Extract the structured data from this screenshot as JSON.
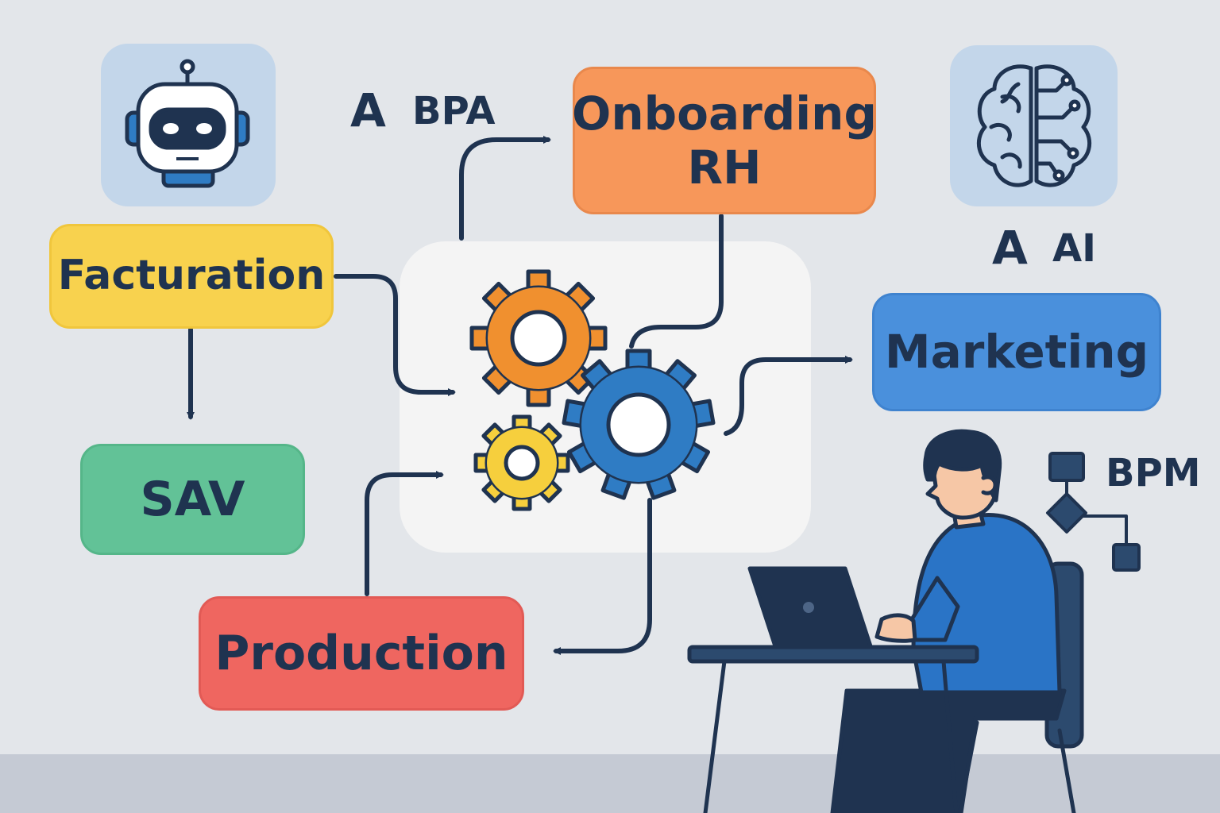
{
  "nodes": {
    "onboarding_line1": "Onboarding",
    "onboarding_line2": "RH",
    "facturation": "Facturation",
    "sav": "SAV",
    "production": "Production",
    "marketing": "Marketing"
  },
  "labels": {
    "bpa_letter": "A",
    "bpa": "BPA",
    "ai_letter": "A",
    "ai": "AI",
    "bpm": "BPM"
  },
  "icons": {
    "bot": "robot-icon",
    "brain": "brain-circuit-icon",
    "gears": "gears-icon",
    "person": "person-at-laptop-illustration",
    "bpm": "process-flow-icon"
  },
  "colors": {
    "background": "#e3e6ea",
    "ink": "#1f3350",
    "onboarding": "#f7975a",
    "facturation": "#f8d24e",
    "sav": "#62c297",
    "production": "#ef6660",
    "marketing": "#4a90dc",
    "icon_tile": "#c3d6ea",
    "gear_orange": "#f0902f",
    "gear_yellow": "#f6cf3d",
    "gear_blue": "#2f7cc4"
  }
}
